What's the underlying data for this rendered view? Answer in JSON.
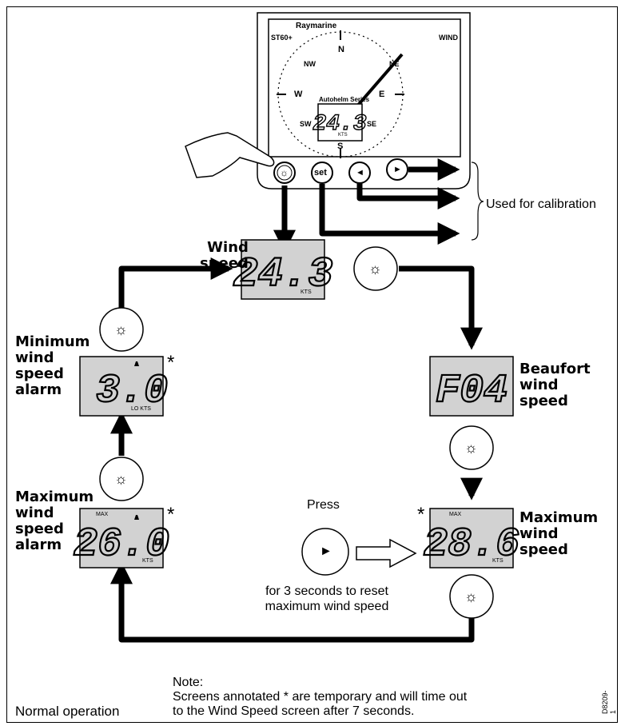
{
  "instrument": {
    "brand": "Raymarine",
    "model": "ST60+",
    "mode": "WIND",
    "series": "Autohelm Series",
    "compass": {
      "n": "N",
      "ne": "NE",
      "e": "E",
      "se": "SE",
      "s": "S",
      "sw": "SW",
      "w": "W",
      "nw": "NW"
    },
    "lcd_value": "24.3",
    "lcd_unit": "KTS",
    "buttons": {
      "light": "☼",
      "set": "set",
      "left": "◄",
      "right": "►"
    }
  },
  "calibration_label": "Used for calibration",
  "screens": {
    "wind_speed": {
      "label": [
        "Wind",
        "speed"
      ],
      "value": "24.3",
      "unit": "KTS"
    },
    "beaufort": {
      "label": [
        "Beaufort",
        "wind",
        "speed"
      ],
      "value": "F04"
    },
    "min_alarm": {
      "label": [
        "Minimum",
        "wind",
        "speed",
        "alarm"
      ],
      "value": "3.0",
      "unit": "LO  KTS"
    },
    "max_alarm": {
      "label": [
        "Maximum",
        "wind",
        "speed",
        "alarm"
      ],
      "value": "26.0",
      "prefix": "MAX",
      "unit": "KTS"
    },
    "max_speed": {
      "label": [
        "Maximum",
        "wind",
        "speed"
      ],
      "value": "28.6",
      "prefix": "MAX",
      "unit": "KTS"
    }
  },
  "temporary_marker": "*",
  "press": {
    "word": "Press",
    "button_glyph": "►",
    "caption": [
      "for 3 seconds to reset",
      "maximum wind speed"
    ]
  },
  "note": {
    "heading": "Note:",
    "lines": [
      "Screens annotated * are temporary and will time out",
      "to the Wind Speed screen after 7 seconds."
    ]
  },
  "footer": {
    "title": "Normal operation",
    "code": "D8209-1"
  }
}
